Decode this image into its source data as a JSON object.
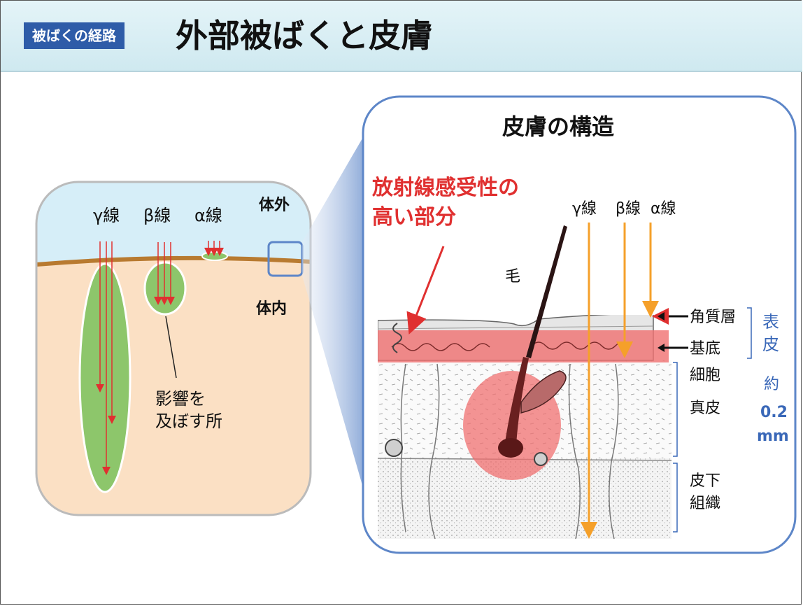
{
  "header": {
    "category": "被ばくの経路",
    "title": "外部被ばくと皮膚"
  },
  "left_panel": {
    "rays": {
      "gamma": "γ線",
      "beta": "β線",
      "alpha": "α線"
    },
    "outside_label": "体外",
    "inside_label": "体内",
    "affected_label_1": "影響を",
    "affected_label_2": "及ぼす所"
  },
  "right_panel": {
    "title": "皮膚の構造",
    "sensitive_1": "放射線感受性の",
    "sensitive_2": "高い部分",
    "rays": {
      "gamma": "γ線",
      "beta": "β線",
      "alpha": "α線"
    },
    "hair": "毛",
    "stratum_corneum": "角質層",
    "basal_1": "基底",
    "basal_2": "細胞",
    "epidermis_1": "表",
    "epidermis_2": "皮",
    "dermis": "真皮",
    "thickness_1": "約",
    "thickness_2": "0.2",
    "thickness_3": "mm",
    "subcutaneous_1": "皮下",
    "subcutaneous_2": "組織"
  },
  "colors": {
    "badge": "#2e5ca8",
    "outside": "#d6eef8",
    "inside": "#fbe0c4",
    "affected": "#8dc66b",
    "red_arrow": "#e03030",
    "orange_arrow": "#f5a02a",
    "sensitive_band": "#f07070",
    "blue_text": "#3a68b8"
  }
}
